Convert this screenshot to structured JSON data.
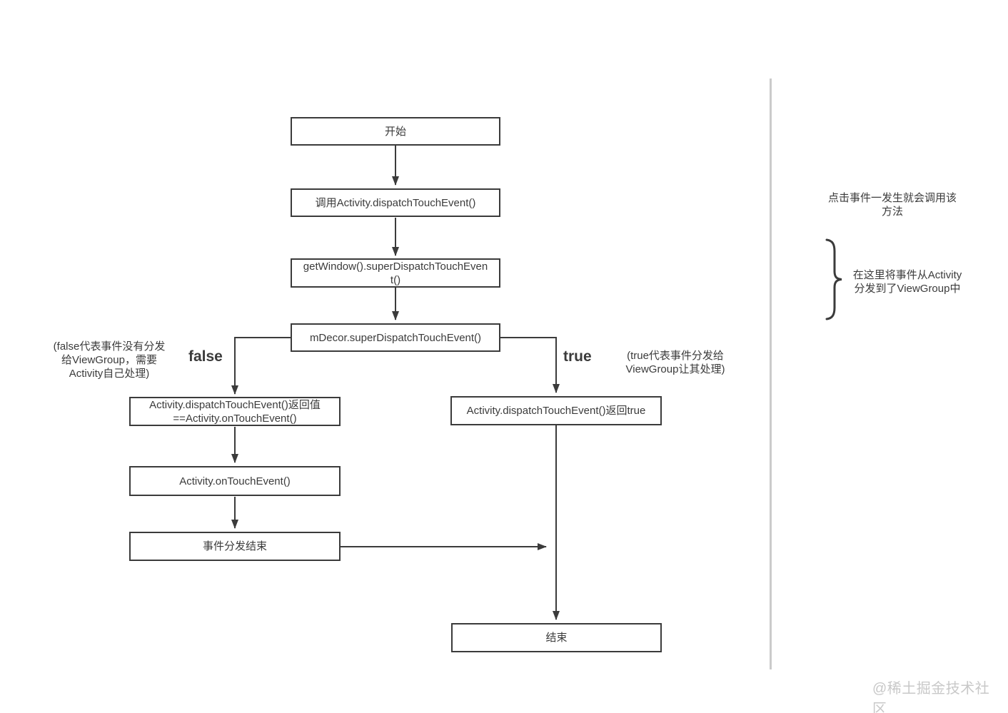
{
  "diagram": {
    "nodes": {
      "start": "开始",
      "call_dispatch": "调用Activity.dispatchTouchEvent()",
      "get_window": [
        "getWindow().superDispatchTouchEven",
        "t()"
      ],
      "mdecor": "mDecor.superDispatchTouchEvent()",
      "return_equals": [
        "Activity.dispatchTouchEvent()返回值",
        "==Activity.onTouchEvent()"
      ],
      "on_touch_event": "Activity.onTouchEvent()",
      "dispatch_end": "事件分发结束",
      "return_true": "Activity.dispatchTouchEvent()返回true",
      "end": "结束"
    },
    "branch_labels": {
      "false_label": "false",
      "true_label": "true"
    },
    "annotations": {
      "false_note": [
        "(false代表事件没有分发",
        "给ViewGroup，需要",
        "Activity自己处理)"
      ],
      "true_note": [
        "(true代表事件分发给",
        "ViewGroup让其处理)"
      ],
      "click_note": [
        "点击事件一发生就会调用该",
        "方法"
      ],
      "dispatch_note": [
        "在这里将事件从Activity",
        "分发到了ViewGroup中"
      ]
    },
    "watermark": "@稀土掘金技术社区",
    "colors": {
      "line": "#3b3b3b",
      "divider": "#cbcbcb",
      "watermark": "#c8c8c8"
    }
  }
}
